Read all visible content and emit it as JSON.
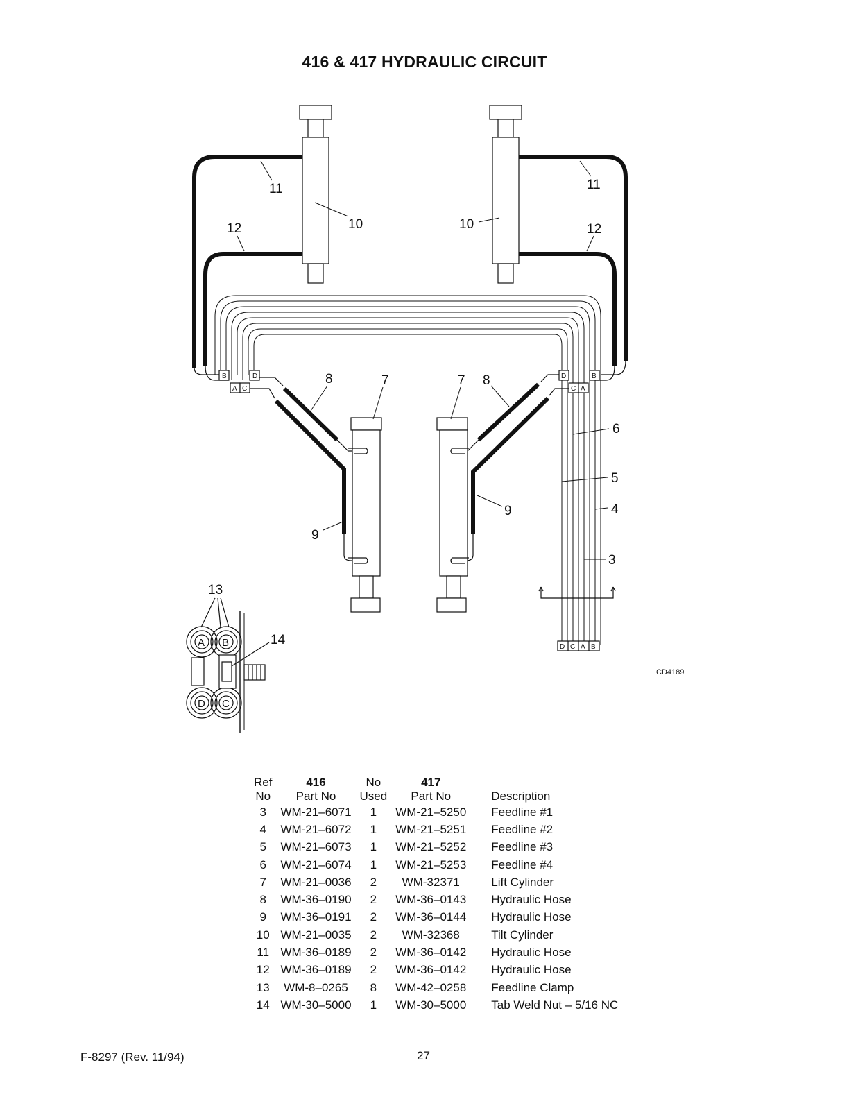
{
  "title": "416 & 417 HYDRAULIC CIRCUIT",
  "diagram_tag": "CD4189",
  "callouts": {
    "n3": "3",
    "n4": "4",
    "n5": "5",
    "n6": "6",
    "n7": "7",
    "n8": "8",
    "n9": "9",
    "n10": "10",
    "n11": "11",
    "n12": "12",
    "n13": "13",
    "n14": "14"
  },
  "ports": {
    "a": "A",
    "b": "B",
    "c": "C",
    "d": "D"
  },
  "table": {
    "headers": {
      "ref_line1": "Ref",
      "ref_line2": "No",
      "p416_line1": "416",
      "p416_line2": "Part No",
      "used_line1": "No",
      "used_line2": "Used",
      "p417_line1": "417",
      "p417_line2": "Part No",
      "desc": "Description"
    },
    "rows": [
      {
        "ref": "3",
        "p416": "WM-21–6071",
        "used": "1",
        "p417": "WM-21–5250",
        "desc": "Feedline #1"
      },
      {
        "ref": "4",
        "p416": "WM-21–6072",
        "used": "1",
        "p417": "WM-21–5251",
        "desc": "Feedline #2"
      },
      {
        "ref": "5",
        "p416": "WM-21–6073",
        "used": "1",
        "p417": "WM-21–5252",
        "desc": "Feedline #3"
      },
      {
        "ref": "6",
        "p416": "WM-21–6074",
        "used": "1",
        "p417": "WM-21–5253",
        "desc": "Feedline #4"
      },
      {
        "ref": "7",
        "p416": "WM-21–0036",
        "used": "2",
        "p417": "WM-32371",
        "desc": "Lift Cylinder"
      },
      {
        "ref": "8",
        "p416": "WM-36–0190",
        "used": "2",
        "p417": "WM-36–0143",
        "desc": "Hydraulic Hose"
      },
      {
        "ref": "9",
        "p416": "WM-36–0191",
        "used": "2",
        "p417": "WM-36–0144",
        "desc": "Hydraulic Hose"
      },
      {
        "ref": "10",
        "p416": "WM-21–0035",
        "used": "2",
        "p417": "WM-32368",
        "desc": "Tilt Cylinder"
      },
      {
        "ref": "11",
        "p416": "WM-36–0189",
        "used": "2",
        "p417": "WM-36–0142",
        "desc": "Hydraulic Hose"
      },
      {
        "ref": "12",
        "p416": "WM-36–0189",
        "used": "2",
        "p417": "WM-36–0142",
        "desc": "Hydraulic Hose"
      },
      {
        "ref": "13",
        "p416": "WM-8–0265",
        "used": "8",
        "p417": "WM-42–0258",
        "desc": "Feedline Clamp"
      },
      {
        "ref": "14",
        "p416": "WM-30–5000",
        "used": "1",
        "p417": "WM-30–5000",
        "desc": "Tab Weld Nut – 5/16 NC"
      }
    ]
  },
  "footer": {
    "form": "F-8297 (Rev. 11/94)",
    "page": "27"
  }
}
